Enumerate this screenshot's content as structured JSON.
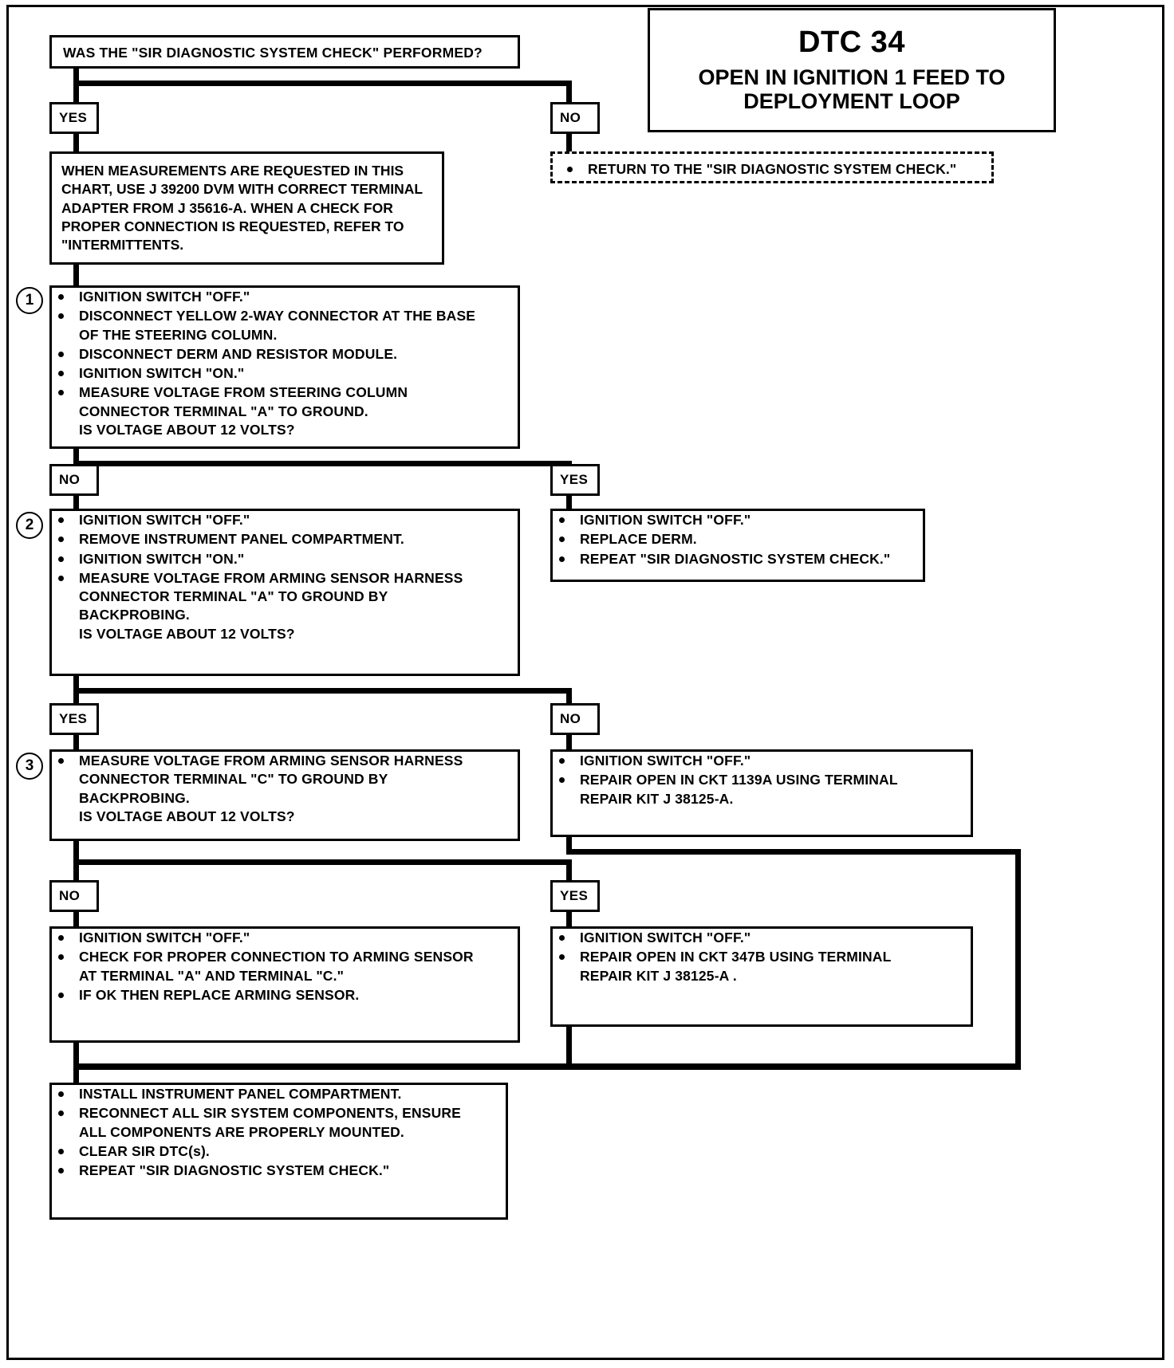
{
  "title": {
    "code": "DTC 34",
    "description": "OPEN IN IGNITION 1 FEED TO DEPLOYMENT LOOP"
  },
  "question": "WAS THE \"SIR DIAGNOSTIC SYSTEM CHECK\" PERFORMED?",
  "branch_labels": {
    "yes": "YES",
    "no": "NO"
  },
  "note_box": {
    "text": "WHEN MEASUREMENTS ARE REQUESTED IN THIS CHART, USE J 39200 DVM WITH CORRECT TERMINAL ADAPTER FROM J 35616-A.  WHEN A CHECK FOR PROPER CONNECTION IS REQUESTED, REFER TO \"INTERMITTENTS."
  },
  "return_box": {
    "items": [
      "RETURN TO THE \"SIR DIAGNOSTIC SYSTEM CHECK.\""
    ]
  },
  "step1": {
    "number": "1",
    "items": [
      "IGNITION SWITCH \"OFF.\"",
      "DISCONNECT YELLOW 2-WAY CONNECTOR AT THE BASE\nOF THE STEERING COLUMN.",
      "DISCONNECT DERM AND RESISTOR MODULE.",
      "IGNITION SWITCH \"ON.\"",
      "MEASURE VOLTAGE FROM STEERING COLUMN\nCONNECTOR TERMINAL \"A\" TO GROUND.\nIS VOLTAGE ABOUT 12 VOLTS?"
    ]
  },
  "step1_yes_box": {
    "items": [
      "IGNITION SWITCH \"OFF.\"",
      "REPLACE DERM.",
      "REPEAT \"SIR DIAGNOSTIC SYSTEM CHECK.\""
    ]
  },
  "step2": {
    "number": "2",
    "items": [
      "IGNITION SWITCH \"OFF.\"",
      "REMOVE INSTRUMENT PANEL COMPARTMENT.",
      "IGNITION SWITCH \"ON.\"",
      "MEASURE VOLTAGE FROM ARMING SENSOR HARNESS\nCONNECTOR TERMINAL \"A\" TO GROUND BY\nBACKPROBING.\nIS VOLTAGE ABOUT 12 VOLTS?"
    ]
  },
  "step3": {
    "number": "3",
    "items": [
      "MEASURE VOLTAGE FROM ARMING SENSOR HARNESS\nCONNECTOR TERMINAL \"C\" TO GROUND BY\nBACKPROBING.\nIS VOLTAGE ABOUT 12 VOLTS?"
    ]
  },
  "step2_no_box": {
    "items": [
      "IGNITION SWITCH \"OFF.\"",
      "REPAIR OPEN IN CKT 1139A USING TERMINAL\nREPAIR KIT J 38125-A."
    ]
  },
  "step3_no_box": {
    "items": [
      "IGNITION SWITCH \"OFF.\"",
      "CHECK FOR PROPER CONNECTION TO ARMING SENSOR\nAT TERMINAL \"A\" AND TERMINAL \"C.\"",
      "IF OK THEN REPLACE ARMING SENSOR."
    ]
  },
  "step3_yes_box": {
    "items": [
      "IGNITION SWITCH \"OFF.\"",
      "REPAIR OPEN IN CKT 347B USING TERMINAL\nREPAIR KIT J 38125-A ."
    ]
  },
  "final_box": {
    "items": [
      "INSTALL INSTRUMENT PANEL COMPARTMENT.",
      "RECONNECT ALL SIR SYSTEM COMPONENTS, ENSURE\nALL COMPONENTS ARE PROPERLY MOUNTED.",
      "CLEAR SIR DTC(s).",
      "REPEAT \"SIR DIAGNOSTIC SYSTEM CHECK.\""
    ]
  }
}
